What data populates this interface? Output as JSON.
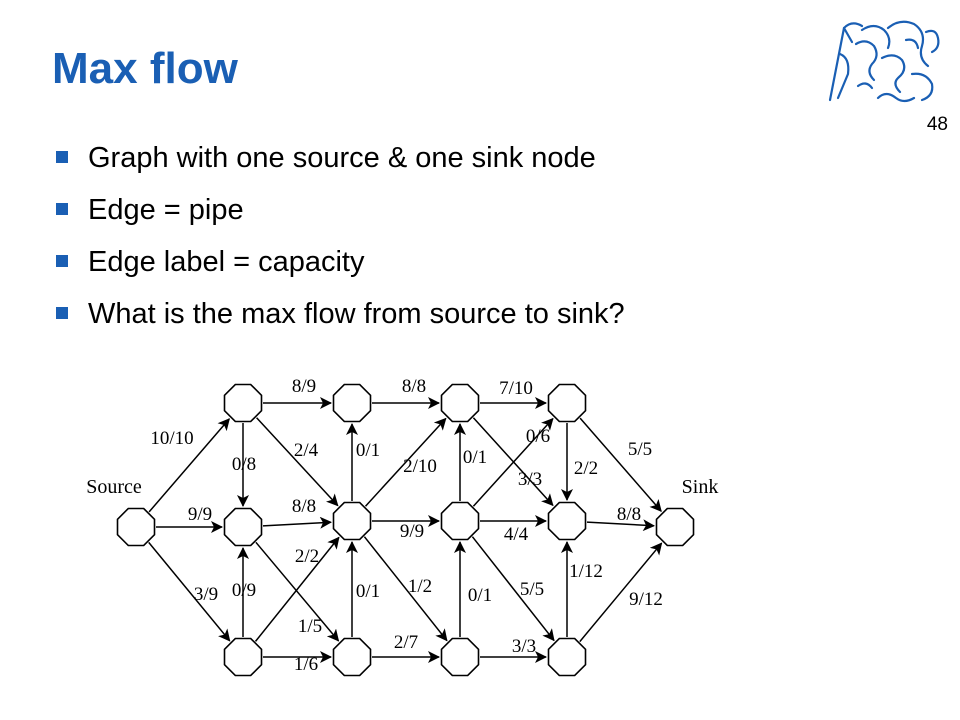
{
  "slide": {
    "title": "Max flow",
    "page_number": "48",
    "bullets": [
      "Graph with one source & one sink node",
      "Edge = pipe",
      "Edge label = capacity",
      "What is the max flow from source to sink?"
    ]
  },
  "colors": {
    "title": "#1a5fb4",
    "bullet": "#1a5fb4",
    "logo": "#1a5fb4"
  },
  "graph": {
    "source_label": "Source",
    "sink_label": "Sink",
    "nodes": [
      "S",
      "A1",
      "A2",
      "A3",
      "B1",
      "B2",
      "B3",
      "C1",
      "C2",
      "C3",
      "D1",
      "D2",
      "D3",
      "T"
    ],
    "edges": [
      {
        "from": "S",
        "to": "A1",
        "label": "10/10"
      },
      {
        "from": "S",
        "to": "A2",
        "label": "9/9"
      },
      {
        "from": "S",
        "to": "A3",
        "label": "3/9"
      },
      {
        "from": "A1",
        "to": "B1",
        "label": "8/9"
      },
      {
        "from": "A1",
        "to": "A2",
        "label": "0/8"
      },
      {
        "from": "A1",
        "to": "B2",
        "label": "2/4"
      },
      {
        "from": "A2",
        "to": "B2",
        "label": "8/8"
      },
      {
        "from": "A2",
        "to": "B3",
        "label": "1/5"
      },
      {
        "from": "A3",
        "to": "A2",
        "label": "0/9"
      },
      {
        "from": "A3",
        "to": "B2",
        "label": "2/2"
      },
      {
        "from": "A3",
        "to": "B3",
        "label": "1/6"
      },
      {
        "from": "B1",
        "to": "C1",
        "label": "8/8"
      },
      {
        "from": "B2",
        "to": "B1",
        "label": "0/1"
      },
      {
        "from": "B2",
        "to": "C1",
        "label": "2/10"
      },
      {
        "from": "B2",
        "to": "C2",
        "label": "9/9"
      },
      {
        "from": "B2",
        "to": "C3",
        "label": "1/2"
      },
      {
        "from": "B3",
        "to": "B2",
        "label": "0/1"
      },
      {
        "from": "B3",
        "to": "C3",
        "label": "2/7"
      },
      {
        "from": "C1",
        "to": "D1",
        "label": "7/10"
      },
      {
        "from": "C1",
        "to": "D2",
        "label": "3/3"
      },
      {
        "from": "C2",
        "to": "C1",
        "label": "0/1"
      },
      {
        "from": "C2",
        "to": "D1",
        "label": "0/6"
      },
      {
        "from": "C2",
        "to": "D2",
        "label": "4/4"
      },
      {
        "from": "C2",
        "to": "D3",
        "label": "5/5"
      },
      {
        "from": "C3",
        "to": "C2",
        "label": "0/1"
      },
      {
        "from": "C3",
        "to": "D3",
        "label": "3/3"
      },
      {
        "from": "D1",
        "to": "D2",
        "label": "2/2"
      },
      {
        "from": "D1",
        "to": "T",
        "label": "5/5"
      },
      {
        "from": "D2",
        "to": "T",
        "label": "8/8"
      },
      {
        "from": "D3",
        "to": "D2",
        "label": "1/12"
      },
      {
        "from": "D3",
        "to": "T",
        "label": "9/12"
      }
    ]
  }
}
